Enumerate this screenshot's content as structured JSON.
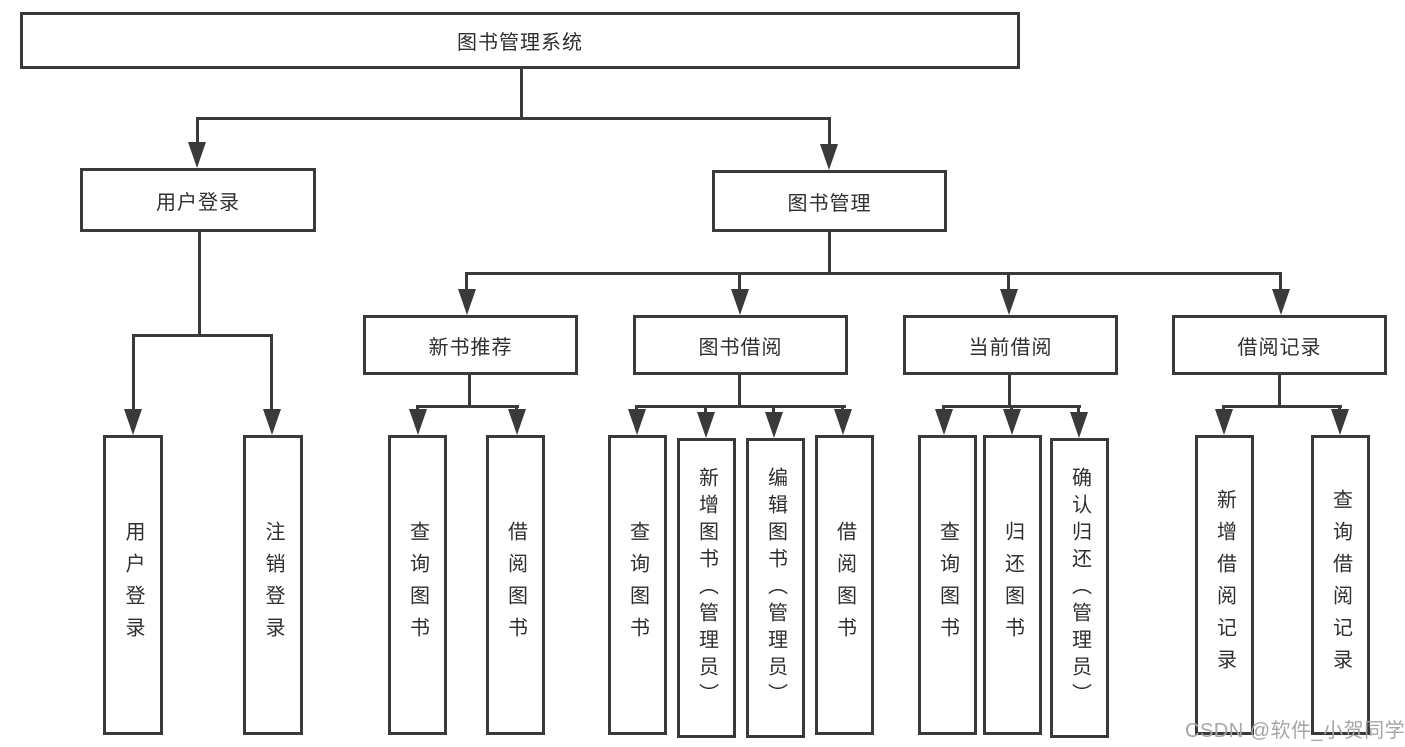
{
  "diagram": {
    "watermark": "CSDN @软件_小贺同学",
    "colors": {
      "line": "#3a3a3a",
      "background": "#ffffff",
      "text": "#2f2f2f",
      "watermark": "#a6a6a6"
    },
    "nodes": {
      "root": {
        "label": "图书管理系统"
      },
      "user_login": {
        "label": "用户登录"
      },
      "book_management": {
        "label": "图书管理"
      },
      "new_book_recommend": {
        "label": "新书推荐"
      },
      "book_borrow": {
        "label": "图书借阅"
      },
      "current_borrow": {
        "label": "当前借阅"
      },
      "borrow_records": {
        "label": "借阅记录"
      },
      "leaf_user_login": {
        "label": "用户登录"
      },
      "leaf_logout": {
        "label": "注销登录"
      },
      "leaf_query_books_a": {
        "label": "查询图书"
      },
      "leaf_borrow_books_a": {
        "label": "借阅图书"
      },
      "leaf_query_books_b": {
        "label": "查询图书"
      },
      "leaf_add_book_admin": {
        "label": "新增图书（管理员）"
      },
      "leaf_edit_book_admin": {
        "label": "编辑图书（管理员）"
      },
      "leaf_borrow_books_b": {
        "label": "借阅图书"
      },
      "leaf_query_books_c": {
        "label": "查询图书"
      },
      "leaf_return_books": {
        "label": "归还图书"
      },
      "leaf_confirm_return_admin": {
        "label": "确认归还（管理员）"
      },
      "leaf_add_borrow_record": {
        "label": "新增借阅记录"
      },
      "leaf_query_borrow_record": {
        "label": "查询借阅记录"
      }
    }
  }
}
